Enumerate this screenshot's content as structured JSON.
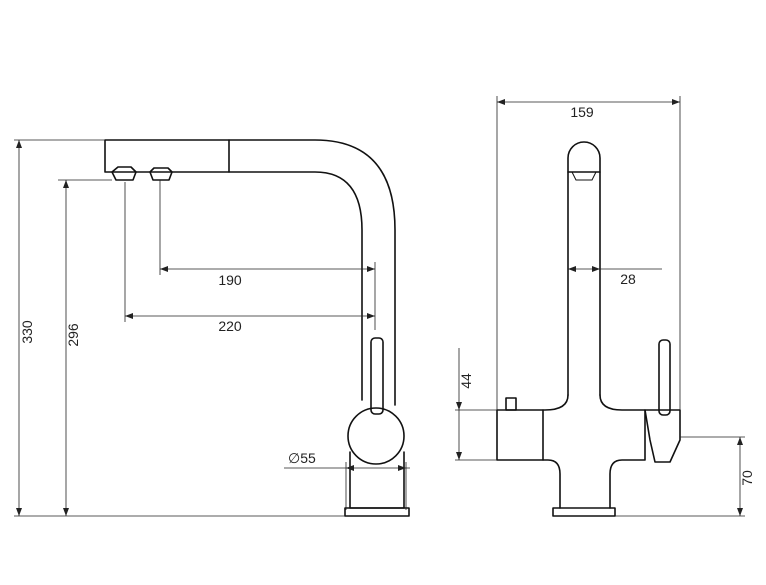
{
  "drawing": {
    "line_color": "#111111",
    "background": "#ffffff",
    "front_view": {
      "dim_total_height": "330",
      "dim_spout_height": "296",
      "dim_reach_aerator_1": "190",
      "dim_reach_aerator_2": "220",
      "dim_base_diameter": "∅55"
    },
    "side_view": {
      "dim_width": "159",
      "dim_spout_diameter": "28",
      "dim_filter_lever_height": "44",
      "dim_lever_height": "70"
    }
  }
}
